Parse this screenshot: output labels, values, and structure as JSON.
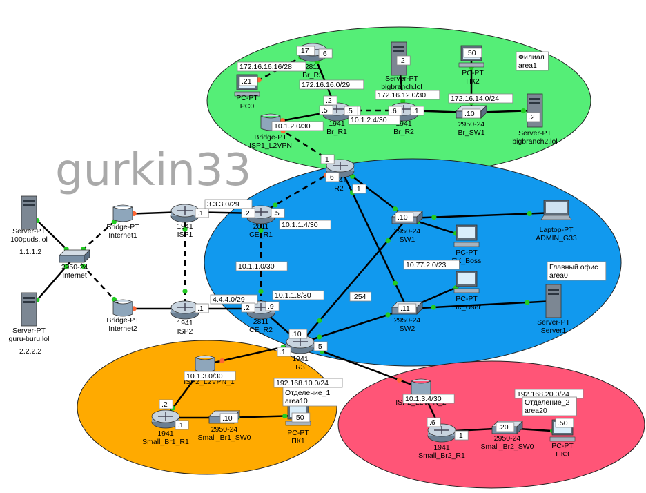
{
  "watermark": "gurkin33",
  "colors": {
    "zone_branch": "#55ee77",
    "zone_main": "#1199ee",
    "zone_small1": "#ffaa00",
    "zone_small2": "#ff5577",
    "link_up": "#22cc22",
    "link_down": "#ff6633",
    "cable": "#000000"
  },
  "zones": [
    {
      "id": "branch",
      "label": "Филиал\narea1"
    },
    {
      "id": "main",
      "label": "Главный офис\narea0"
    },
    {
      "id": "small1",
      "label": "Отделение_1\narea10"
    },
    {
      "id": "small2",
      "label": "Отделение_2\narea20"
    }
  ],
  "devices": [
    {
      "id": "srv100",
      "type": "server",
      "lines": [
        "Server-PT",
        "100puds.lol"
      ],
      "sub": "1.1.1.2"
    },
    {
      "id": "srvguru",
      "type": "server",
      "lines": [
        "Server-PT",
        "guru-buru.lol"
      ],
      "sub": "2.2.2.2"
    },
    {
      "id": "inet",
      "type": "switch",
      "lines": [
        "2950-24",
        "Internet"
      ]
    },
    {
      "id": "binet1",
      "type": "bridge",
      "lines": [
        "Bridge-PT",
        "Internet1"
      ]
    },
    {
      "id": "binet2",
      "type": "bridge",
      "lines": [
        "Bridge-PT",
        "Internet2"
      ]
    },
    {
      "id": "isp1",
      "type": "router",
      "lines": [
        "1941",
        "ISP1"
      ]
    },
    {
      "id": "isp2",
      "type": "router",
      "lines": [
        "1941",
        "ISP2"
      ]
    },
    {
      "id": "cer1",
      "type": "router",
      "lines": [
        "2811",
        "CE_R1"
      ]
    },
    {
      "id": "cer2",
      "type": "router",
      "lines": [
        "2811",
        "CE_R2"
      ]
    },
    {
      "id": "r2",
      "type": "router",
      "lines": [
        "1941",
        "R2"
      ]
    },
    {
      "id": "r3",
      "type": "router",
      "lines": [
        "1941",
        "R3"
      ]
    },
    {
      "id": "sw1",
      "type": "switch",
      "lines": [
        "2950-24",
        "SW1"
      ]
    },
    {
      "id": "sw2",
      "type": "switch",
      "lines": [
        "2950-24",
        "SW2"
      ]
    },
    {
      "id": "laptop",
      "type": "laptop",
      "lines": [
        "Laptop-PT",
        "ADMIN_G33"
      ]
    },
    {
      "id": "pcboss",
      "type": "pc",
      "lines": [
        "PC-PT",
        "ПК_Boss"
      ]
    },
    {
      "id": "pcuser",
      "type": "pc",
      "lines": [
        "PC-PT",
        "ПК_User"
      ]
    },
    {
      "id": "server1",
      "type": "server",
      "lines": [
        "Server-PT",
        "Server1"
      ]
    },
    {
      "id": "bisp1l2",
      "type": "bridge",
      "lines": [
        "Bridge-PT",
        "ISP1_L2VPN"
      ]
    },
    {
      "id": "brr1",
      "type": "router",
      "lines": [
        "1941",
        "Br_R1"
      ]
    },
    {
      "id": "brr2",
      "type": "router",
      "lines": [
        "1941",
        "Br_R2"
      ]
    },
    {
      "id": "brr3",
      "type": "router",
      "lines": [
        "2811",
        "Br_R3"
      ]
    },
    {
      "id": "pc0",
      "type": "pc",
      "lines": [
        "PC-PT",
        "PC0"
      ]
    },
    {
      "id": "srvbig",
      "type": "server",
      "lines": [
        "Server-PT",
        "bigbranch.lol"
      ]
    },
    {
      "id": "pk2",
      "type": "pc",
      "lines": [
        "PC-PT",
        "ПК2"
      ]
    },
    {
      "id": "brsw1",
      "type": "switch",
      "lines": [
        "2950-24",
        "Br_SW1"
      ]
    },
    {
      "id": "srvbig2",
      "type": "server",
      "lines": [
        "Server-PT",
        "bigbranch2.lol"
      ]
    },
    {
      "id": "bisp2l2_1",
      "type": "bridge",
      "lines": [
        "ISP2_L2VPN_1"
      ]
    },
    {
      "id": "sbr1r1",
      "type": "router",
      "lines": [
        "1941",
        "Small_Br1_R1"
      ]
    },
    {
      "id": "sbr1sw0",
      "type": "switch",
      "lines": [
        "2950-24",
        "Small_Br1_SW0"
      ]
    },
    {
      "id": "pk1",
      "type": "pc",
      "lines": [
        "PC-PT",
        "ПК1"
      ]
    },
    {
      "id": "bisp2l2_2",
      "type": "bridge",
      "lines": [
        "ISP2_L2VPN_2"
      ]
    },
    {
      "id": "sbr2r1",
      "type": "router",
      "lines": [
        "1941",
        "Small_Br2_R1"
      ]
    },
    {
      "id": "sbr2sw0",
      "type": "switch",
      "lines": [
        "2950-24",
        "Small_Br2_SW0"
      ]
    },
    {
      "id": "pk3",
      "type": "pc",
      "lines": [
        "PC-PT",
        "ПК3"
      ]
    }
  ],
  "links": [
    {
      "a": "srv100",
      "b": "inet",
      "style": "solid"
    },
    {
      "a": "srvguru",
      "b": "inet",
      "style": "solid"
    },
    {
      "a": "inet",
      "b": "binet1",
      "style": "dashed"
    },
    {
      "a": "inet",
      "b": "binet2",
      "style": "dashed"
    },
    {
      "a": "binet1",
      "b": "isp1",
      "style": "solid"
    },
    {
      "a": "binet2",
      "b": "isp2",
      "style": "solid"
    },
    {
      "a": "isp1",
      "b": "isp2",
      "style": "dashed"
    },
    {
      "a": "isp1",
      "b": "cer1",
      "style": "solid"
    },
    {
      "a": "isp2",
      "b": "cer2",
      "style": "solid"
    },
    {
      "a": "cer1",
      "b": "r2",
      "style": "dashed"
    },
    {
      "a": "cer1",
      "b": "cer2",
      "style": "dashed"
    },
    {
      "a": "cer2",
      "b": "r3",
      "style": "solid"
    },
    {
      "a": "r2",
      "b": "sw1",
      "style": "solid"
    },
    {
      "a": "r2",
      "b": "sw2",
      "style": "solid"
    },
    {
      "a": "r3",
      "b": "sw1",
      "style": "solid"
    },
    {
      "a": "r3",
      "b": "sw2",
      "style": "solid"
    },
    {
      "a": "sw1",
      "b": "laptop",
      "style": "solid"
    },
    {
      "a": "sw1",
      "b": "pcboss",
      "style": "solid"
    },
    {
      "a": "sw2",
      "b": "pcuser",
      "style": "solid"
    },
    {
      "a": "sw2",
      "b": "server1",
      "style": "solid"
    },
    {
      "a": "r2",
      "b": "bisp1l2",
      "style": "dashed"
    },
    {
      "a": "bisp1l2",
      "b": "brr1",
      "style": "solid"
    },
    {
      "a": "brr1",
      "b": "brr2",
      "style": "dashed"
    },
    {
      "a": "brr1",
      "b": "brr3",
      "style": "solid"
    },
    {
      "a": "brr3",
      "b": "pc0",
      "style": "dashed"
    },
    {
      "a": "brr2",
      "b": "srvbig",
      "style": "solid"
    },
    {
      "a": "brr2",
      "b": "brsw1",
      "style": "solid"
    },
    {
      "a": "brsw1",
      "b": "pk2",
      "style": "solid"
    },
    {
      "a": "brsw1",
      "b": "srvbig2",
      "style": "solid"
    },
    {
      "a": "r3",
      "b": "bisp2l2_1",
      "style": "solid"
    },
    {
      "a": "r3",
      "b": "bisp2l2_2",
      "style": "solid"
    },
    {
      "a": "bisp2l2_1",
      "b": "sbr1r1",
      "style": "solid"
    },
    {
      "a": "sbr1r1",
      "b": "sbr1sw0",
      "style": "solid"
    },
    {
      "a": "sbr1sw0",
      "b": "pk1",
      "style": "solid"
    },
    {
      "a": "bisp2l2_2",
      "b": "sbr2r1",
      "style": "solid"
    },
    {
      "a": "sbr2r1",
      "b": "sbr2sw0",
      "style": "solid"
    },
    {
      "a": "sbr2sw0",
      "b": "pk3",
      "style": "solid"
    }
  ],
  "labels": [
    "3.3.3.0/29",
    "4.4.4.0/29",
    "10.1.1.4/30",
    "10.1.1.0/30",
    "10.1.1.8/30",
    ".254",
    "10.77.2.0/23",
    "10.1.2.0/30",
    "10.1.2.4/30",
    "172.16.16.16/28",
    "172.16.16.0/29",
    "172.16.12.0/30",
    "172.16.14.0/24",
    "10.1.3.0/30",
    "192.168.10.0/24",
    "10.1.3.4/30",
    "192.168.20.0/24"
  ],
  "ifaces": [
    ".1",
    ".1",
    ".2",
    ".5",
    ".2",
    ".9",
    ".1",
    ".6",
    ".1",
    ".10",
    ".1",
    ".5",
    ".10",
    ".11",
    ".5",
    ".1",
    ".2",
    ".5",
    ".6",
    ".1",
    ".17",
    ".6",
    ".21",
    ".2",
    ".50",
    ".10",
    ".2",
    ".2",
    ".1",
    ".10",
    ".50",
    ".6",
    ".1",
    ".20",
    ".50"
  ]
}
